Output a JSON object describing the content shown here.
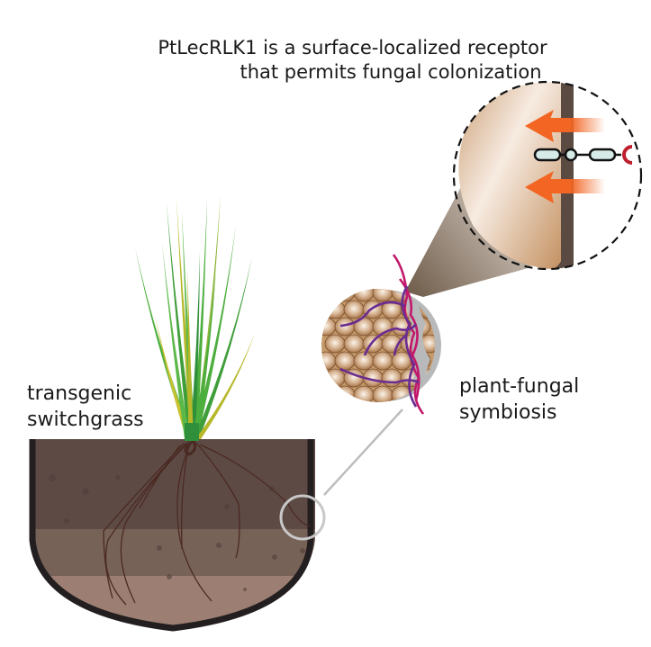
{
  "title": {
    "line1": "PtLecRLK1 is a surface-localized receptor",
    "line2": "that permits fungal colonization"
  },
  "labels": {
    "plant_line1": "transgenic",
    "plant_line2": "switchgrass",
    "symbiosis_line1": "plant-fungal",
    "symbiosis_line2": "symbiosis"
  },
  "colors": {
    "soil_top": "#5e4a45",
    "soil_mid": "#776258",
    "soil_bottom": "#9c7f72",
    "pot_rim": "#231f20",
    "root": "#4a2a22",
    "grass_green": "#4cae3c",
    "grass_yellow": "#b7b72a",
    "cell_tan": "#c59a6a",
    "hyphae_magenta": "#c2186b",
    "hyphae_purple": "#6a2c91",
    "arrow_orange": "#f26522",
    "receptor_fill": "#d6ebe8",
    "ligand_red": "#be1e2d",
    "membrane": "#5b4a42",
    "callout_gray": "#bdbdbd"
  }
}
